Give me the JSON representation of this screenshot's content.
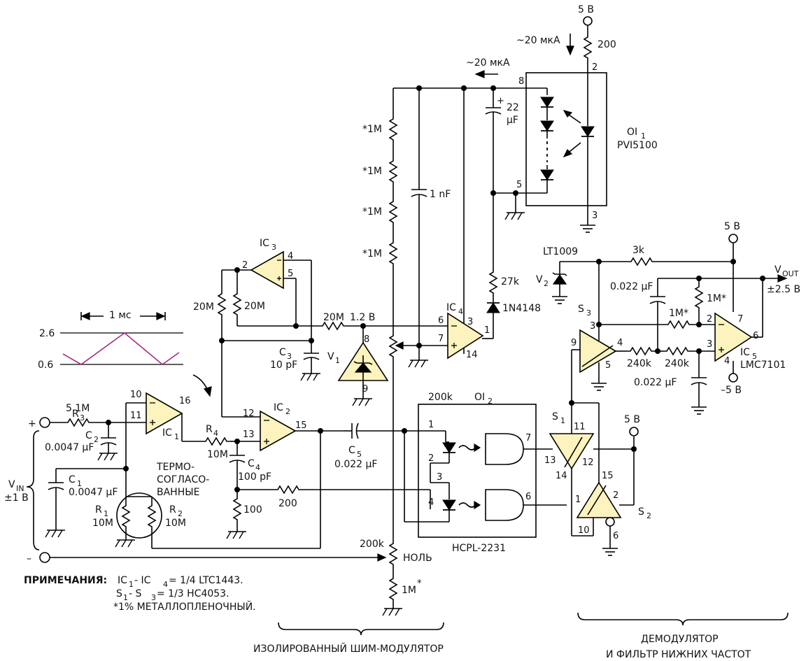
{
  "supply": {
    "v5": "5 В",
    "vm5": "–5 В"
  },
  "current": {
    "a": "~20 мкА",
    "b": "~20 мкА"
  },
  "components": {
    "r200": "200",
    "c22": "22",
    "uF": "µF",
    "oi1": "OI",
    "oi1_sub": "1",
    "oi1_part": "PVI5100",
    "r1M": "*1M",
    "c1nF": "1 nF",
    "r27k": "27k",
    "d1n4148": "1N4148",
    "ic": "IC",
    "ic1_sub": "1",
    "ic2_sub": "2",
    "ic3_sub": "3",
    "ic4_sub": "4",
    "ic5_sub": "5",
    "r20M": "20M",
    "v12": "1.2 В",
    "c3": "C",
    "c3_sub": "3",
    "c3_val": "10 pF",
    "v1": "V",
    "v1_sub": "1",
    "lt1009": "LT1009",
    "v2": "V",
    "v2_sub": "2",
    "r3k": "3k",
    "c0022": "0.022 µF",
    "r1Mst": "1M*",
    "vout": "V",
    "vout_sub": "OUT",
    "vout_range": "±2.5 В",
    "s": "S",
    "s1_sub": "1",
    "s2_sub": "2",
    "s3_sub": "3",
    "r240k": "240k",
    "lmc7101": "LMC7101",
    "r3": "R",
    "r3_sub": "3",
    "r3_val": "5.1M",
    "c2": "C",
    "c2_sub": "2",
    "c2_val": "0.0047 µF",
    "r4": "R",
    "r4_sub": "4",
    "r4_val": "10M",
    "c4": "C",
    "c4_sub": "4",
    "c4_val": "100 pF",
    "c5": "C",
    "c5_sub": "5",
    "c5_val": "0.022 µF",
    "r200k": "200k",
    "oi2": "OI",
    "oi2_sub": "2",
    "hcpl": "HCPL-2231",
    "c1": "C",
    "c1_sub": "1",
    "c1_val": "0.0047 µF",
    "r1": "R",
    "r1_sub": "1",
    "r2": "R",
    "r2_sub": "2",
    "r10M": "10M",
    "r100": "100",
    "null": "НОЛЬ",
    "r1Mbot": "1M",
    "vin": "V",
    "vin_sub": "IN",
    "vin_range": "±1 В",
    "matched": [
      "ТЕРМО-",
      "СОГЛАСО-",
      "ВАННЫЕ"
    ]
  },
  "waveform": {
    "period": "1 мс",
    "high": "2.6",
    "low": "0.6"
  },
  "notes": {
    "heading": "ПРИМЕЧАНИЯ:",
    "l1a": "IC",
    "l1b": "1",
    "l1c": " - IC",
    "l1d": "4",
    "l1e": " = 1/4 LTC1443.",
    "l2a": "S",
    "l2b": "1",
    "l2c": " - S",
    "l2d": "3",
    "l2e": " = 1/3 HC4053.",
    "l3": "*1% МЕТАЛЛОПЛЕНОЧНЫЙ."
  },
  "sections": {
    "modulator": "ИЗОЛИРОВАННЫЙ ШИМ-МОДУЛЯТОР",
    "demod1": "ДЕМОДУЛЯТОР",
    "demod2": "И ФИЛЬТР НИЖНИХ ЧАСТОТ"
  },
  "pins": {
    "p1": "1",
    "p2": "2",
    "p3": "3",
    "p4": "4",
    "p5": "5",
    "p6": "6",
    "p7": "7",
    "p8": "8",
    "p9": "9",
    "p10": "10",
    "p11": "11",
    "p12": "12",
    "p13": "13",
    "p14": "14",
    "p15": "15",
    "p16": "16"
  },
  "signs": {
    "plus": "+",
    "minus": "–"
  },
  "colors": {
    "amp_fill": "#fcf3be",
    "wave": "#a0307f"
  }
}
